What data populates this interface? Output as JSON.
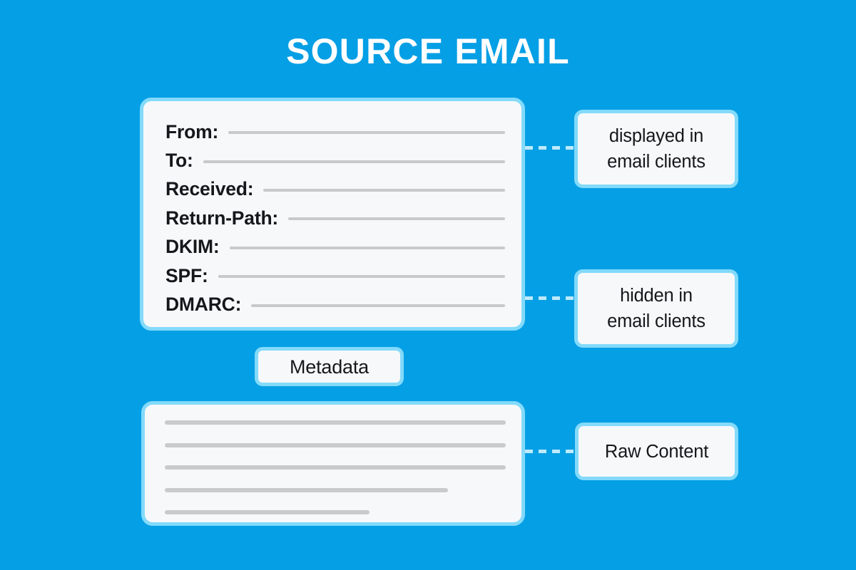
{
  "title": "SOURCE EMAIL",
  "theme": {
    "background": "#059FE5",
    "panel_fill": "#F7F8F9",
    "panel_border": "#83DAFA",
    "redaction_gray": "#C8C9CA",
    "text_dark": "#14181A",
    "title_color": "#FFFFFF",
    "connector_color": "#BEEAFB"
  },
  "headers_card": {
    "name": "email-headers",
    "rows": [
      {
        "label": "From:",
        "redacted": true
      },
      {
        "label": "To:",
        "redacted": true
      },
      {
        "label": "Received:",
        "redacted": true
      },
      {
        "label": "Return-Path:",
        "redacted": true
      },
      {
        "label": "DKIM:",
        "redacted": true
      },
      {
        "label": "SPF:",
        "redacted": true
      },
      {
        "label": "DMARC:",
        "redacted": true
      }
    ]
  },
  "metadata_pill": {
    "label": "Metadata"
  },
  "raw_card": {
    "name": "raw-email-body",
    "lines": [
      {
        "width_pct": 100
      },
      {
        "width_pct": 100
      },
      {
        "width_pct": 100
      },
      {
        "width_pct": 83
      },
      {
        "width_pct": 60
      }
    ]
  },
  "callouts": [
    {
      "id": "displayed",
      "line1": "displayed in",
      "line2": "email clients"
    },
    {
      "id": "hidden",
      "line1": "hidden in",
      "line2": "email clients"
    },
    {
      "id": "raw",
      "line1": "Raw Content",
      "line2": ""
    }
  ]
}
